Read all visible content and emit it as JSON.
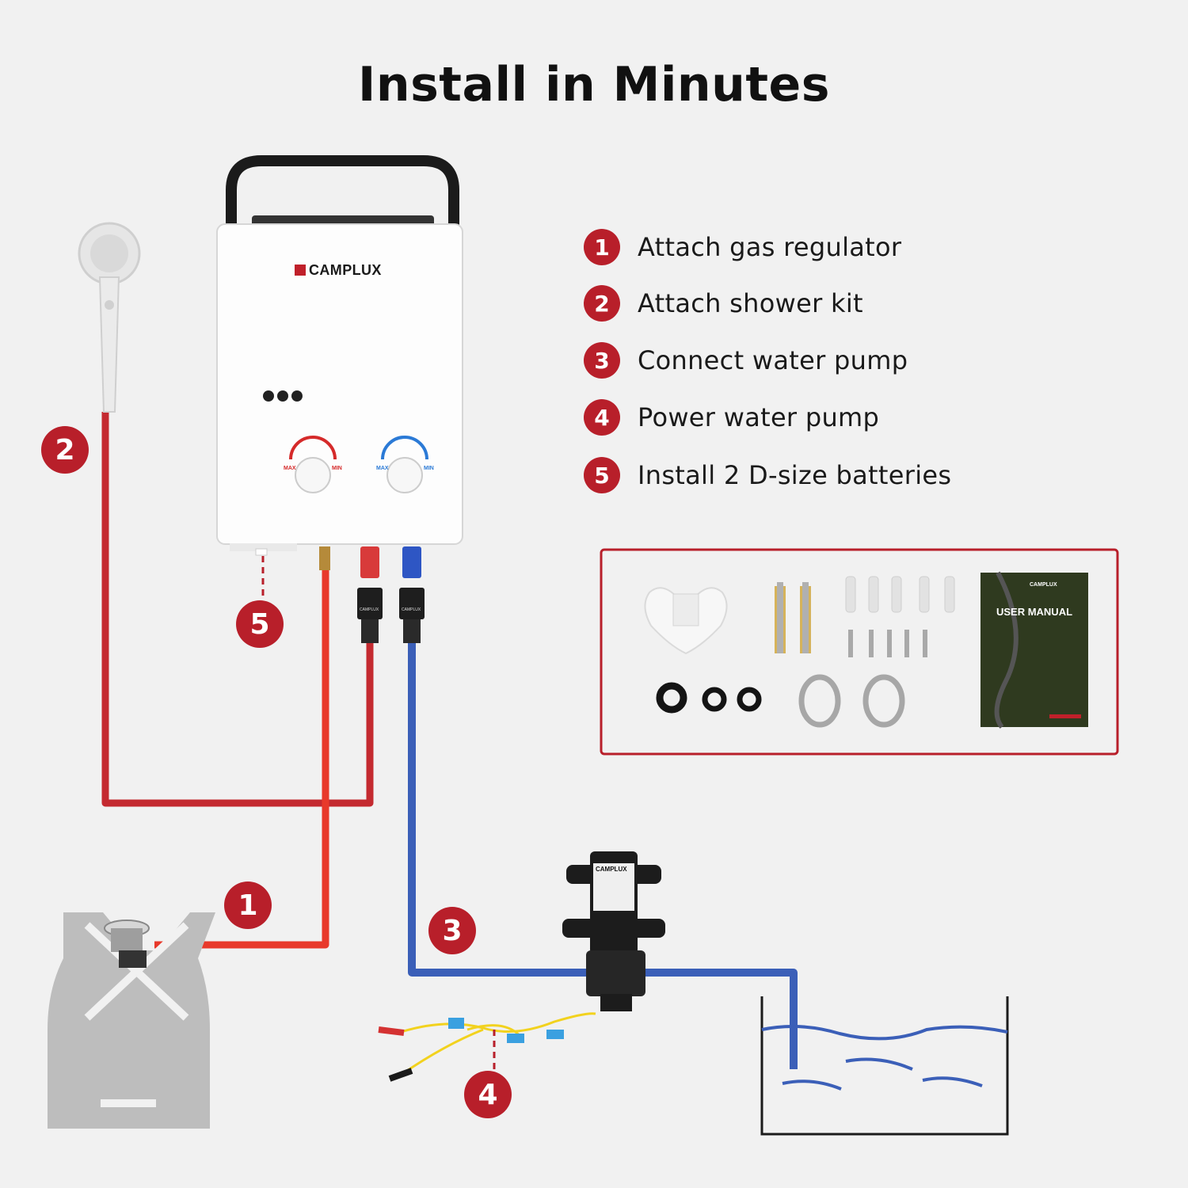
{
  "title": "Install in Minutes",
  "steps": [
    {
      "num": "1",
      "label": "Attach gas regulator"
    },
    {
      "num": "2",
      "label": "Attach shower kit"
    },
    {
      "num": "3",
      "label": "Connect water pump"
    },
    {
      "num": "4",
      "label": "Power water pump"
    },
    {
      "num": "5",
      "label": "Install 2 D-size batteries"
    }
  ],
  "badges": {
    "gas": "1",
    "shower": "2",
    "pump": "3",
    "power": "4",
    "batteries": "5"
  },
  "heater": {
    "brand": "CAMPLUX",
    "knob_max": "MAX",
    "knob_min": "MIN"
  },
  "kit": {
    "manual_title": "USER MANUAL",
    "manual_brand": "CAMPLUX"
  },
  "pump": {
    "brand": "CAMPLUX"
  },
  "colors": {
    "accent": "#b81f2a",
    "hot_line": "#c42a30",
    "gas_line": "#e8392b",
    "cold_line": "#3b5fb8"
  }
}
